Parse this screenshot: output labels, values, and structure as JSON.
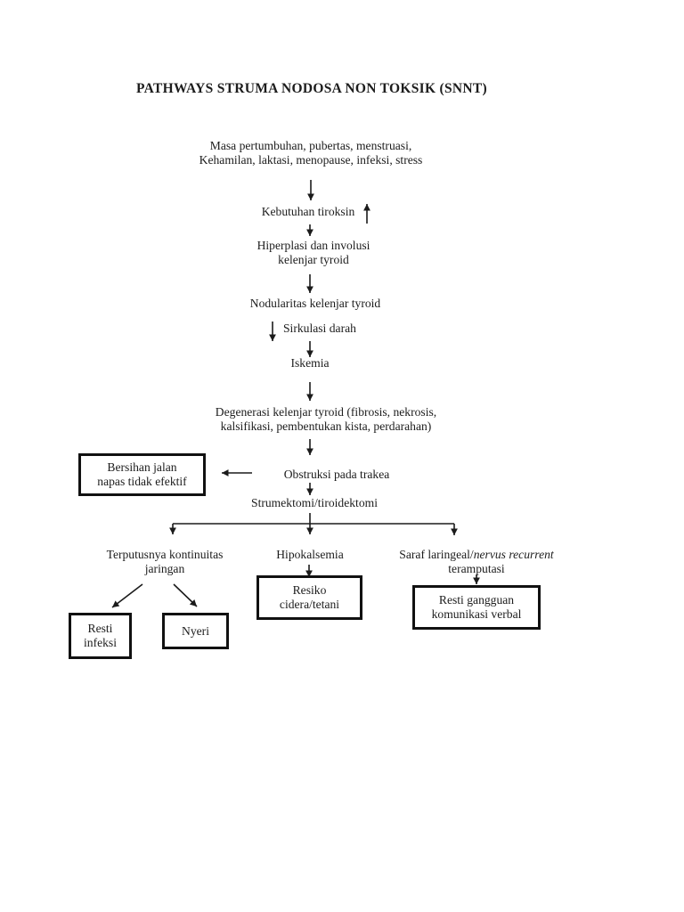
{
  "colors": {
    "background": "#ffffff",
    "text": "#1c1c1c",
    "line": "#1b1b1b",
    "box_border": "#111111"
  },
  "title": "PATHWAYS STRUMA NODOSA NON TOKSIK (SNNT)",
  "nodes": {
    "masa": {
      "line1": "Masa pertumbuhan, pubertas, menstruasi,",
      "line2": "Kehamilan, laktasi, menopause, infeksi, stress"
    },
    "kebutuhan": {
      "label": "Kebutuhan tiroksin",
      "suffix_icon": "arrow-up"
    },
    "hiperplasi": {
      "line1": "Hiperplasi dan involusi",
      "line2": "kelenjar tyroid"
    },
    "nodularitas": {
      "label": "Nodularitas kelenjar tyroid"
    },
    "sirkulasi": {
      "label": "Sirkulasi darah",
      "prefix_icon": "arrow-down"
    },
    "iskemia": {
      "label": "Iskemia"
    },
    "degenerasi": {
      "line1": "Degenerasi kelenjar tyroid (fibrosis, nekrosis,",
      "line2": "kalsifikasi, pembentukan kista, perdarahan)"
    },
    "obstruksi": {
      "label": "Obstruksi pada trakea"
    },
    "strumektomi": {
      "label": "Strumektomi/tiroidektomi"
    },
    "terputusnya": {
      "line1": "Terputusnya kontinuitas",
      "line2": "jaringan"
    },
    "hipokalsemia": {
      "label": "Hipokalsemia"
    },
    "saraf": {
      "line1_normal": "Saraf laringeal/",
      "line1_italic": "nervus recurrent",
      "line2": "teramputasi"
    }
  },
  "boxes": {
    "bersihan": {
      "line1": "Bersihan jalan",
      "line2": "napas tidak efektif"
    },
    "resiko": {
      "line1": "Resiko",
      "line2": "cidera/tetani"
    },
    "resti_gangguan": {
      "line1": "Resti gangguan",
      "line2": "komunikasi verbal"
    },
    "resti_infeksi": {
      "line1": "Resti",
      "line2": "infeksi"
    },
    "nyeri": {
      "label": "Nyeri"
    }
  }
}
